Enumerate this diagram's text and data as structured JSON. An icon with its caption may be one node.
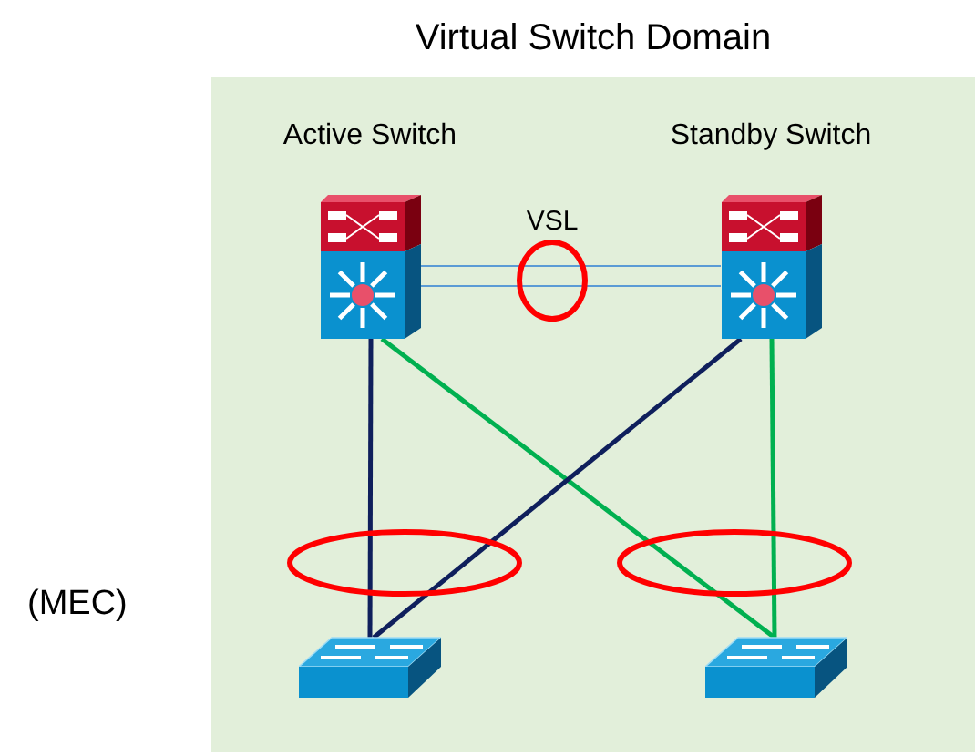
{
  "diagram": {
    "nodes": [
      {
        "text": [
          "Virtual Switch Domain"
        ]
      },
      {
        "text": [
          "Active Switch"
        ],
        "in": 0
      },
      {
        "text": [
          "Standby Switch"
        ],
        "in": 0
      },
      {
        "text": [],
        "shape": "box",
        "in": 0
      },
      {
        "text": [],
        "shape": "box",
        "in": 0
      }
    ],
    "edges": [
      {
        "from": 1,
        "to": 2,
        "arrow": "none",
        "color": "#5b9bd5"
      },
      {
        "from": 1,
        "to": 2,
        "arrow": "none",
        "color": "#5b9bd5"
      },
      {
        "from": 1,
        "to": 3,
        "arrow": "none",
        "color": "#0f1f5c"
      },
      {
        "from": 1,
        "to": 4,
        "arrow": "none",
        "color": "#00b050"
      },
      {
        "from": 2,
        "to": 3,
        "arrow": "none",
        "color": "#0f1f5c"
      },
      {
        "from": 2,
        "to": 4,
        "arrow": "none",
        "color": "#00b050"
      }
    ],
    "labels": [
      "VSL",
      "(MEC)"
    ]
  }
}
